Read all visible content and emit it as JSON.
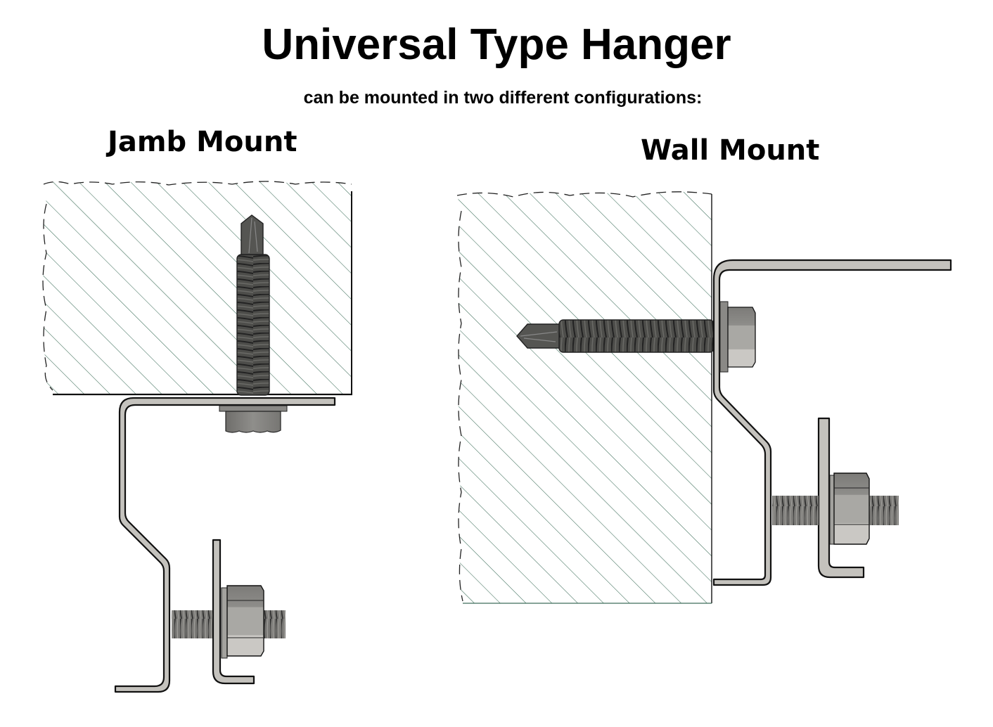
{
  "header": {
    "title": "Universal Type Hanger",
    "subtitle": "can be mounted in two different configurations:"
  },
  "configurations": [
    {
      "label": "Jamb Mount"
    },
    {
      "label": "Wall Mount"
    }
  ],
  "colors": {
    "hatch": "#3d6e5a",
    "bracket_fill": "#c4c2bd",
    "bracket_outline": "#1a1a1a",
    "screw_dark": "#4a4a48",
    "nut_mid": "#9a9996",
    "nut_light": "#c9c7c3"
  }
}
